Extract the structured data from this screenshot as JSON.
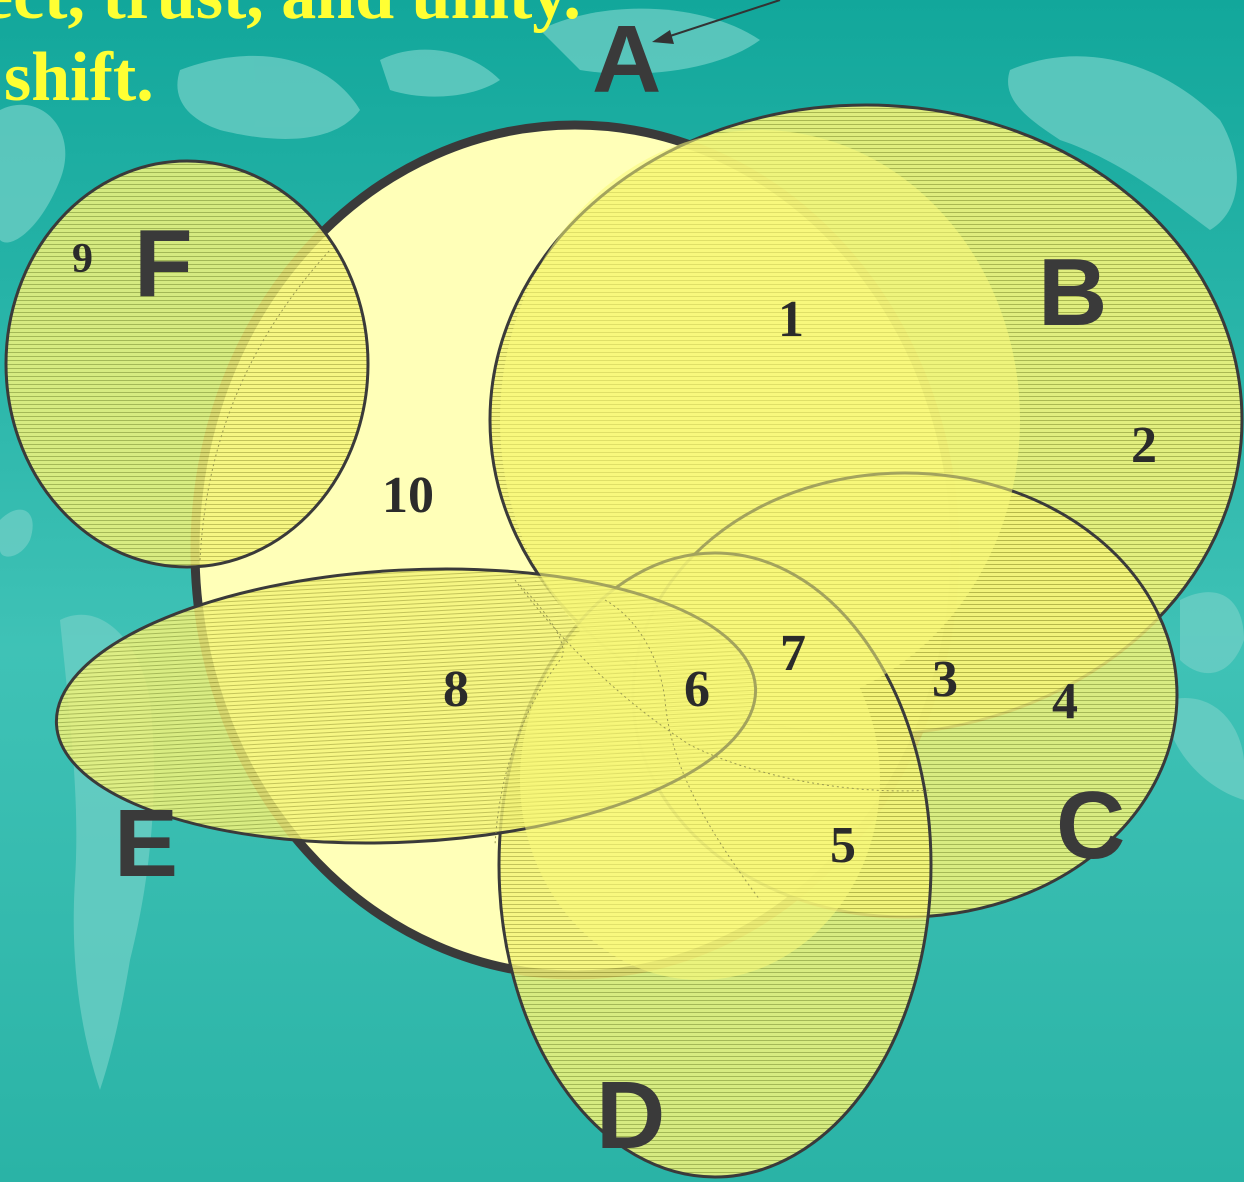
{
  "caption": {
    "line1": "ect, trust, and unity.",
    "line2": "shift."
  },
  "sets": {
    "a": "A",
    "b": "B",
    "c": "C",
    "d": "D",
    "e": "E",
    "f": "F"
  },
  "regions": {
    "r1": "1",
    "r2": "2",
    "r3": "3",
    "r4": "4",
    "r5": "5",
    "r6": "6",
    "r7": "7",
    "r8": "8",
    "r9": "9",
    "r10": "10"
  },
  "colors": {
    "background_top": "#14a89c",
    "background_bottom": "#2ab7aa",
    "land": "#7ad3cb",
    "set_a_fill": "#ffffb8",
    "set_fill": "#f4f47a",
    "hatch": "#c9c94a",
    "outline": "#3a3a3a",
    "caption": "#ffff33"
  }
}
